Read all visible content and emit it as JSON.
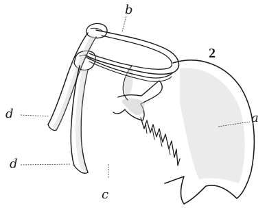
{
  "figure": {
    "number": "2",
    "labels": {
      "a": "a",
      "b": "b",
      "c": "c",
      "d_upper": "d",
      "d_lower": "d"
    }
  },
  "colors": {
    "ink": "#1c1c1c",
    "shade": "#bdbdbd",
    "paper": "#ffffff"
  }
}
